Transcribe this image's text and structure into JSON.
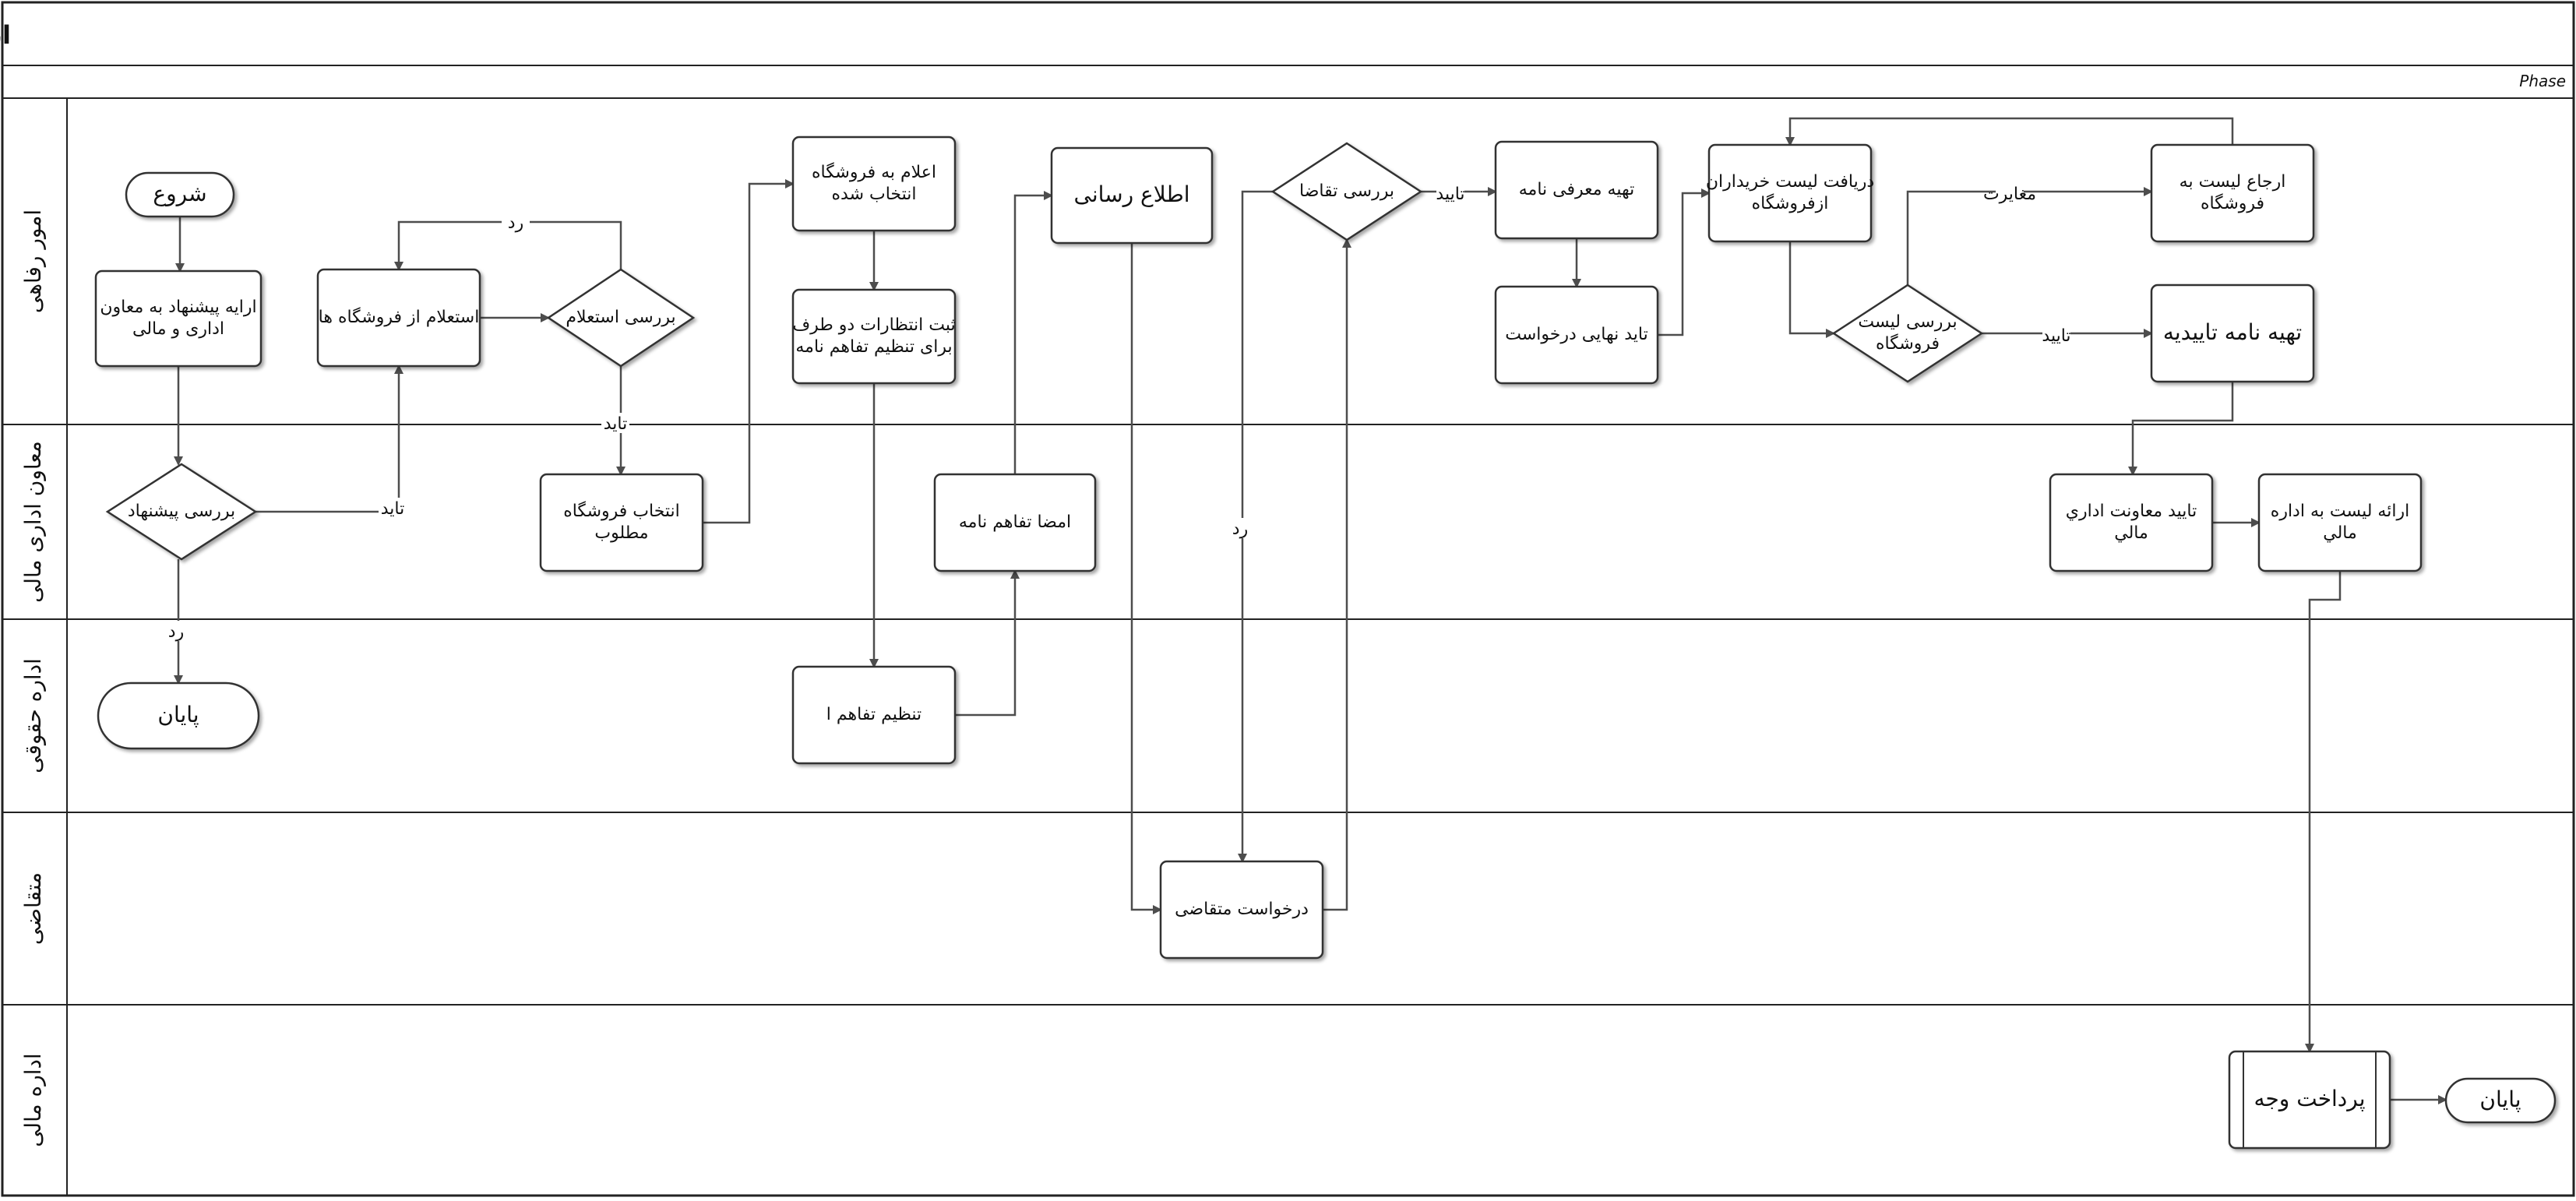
{
  "title": "انعقاد قرارداد با فروشگاه های صنفی---W.WCN-05-V2",
  "phase_label": "Phase",
  "lanes": [
    {
      "id": "lane_omoor",
      "label": "امور رفاهی"
    },
    {
      "id": "lane_moavan",
      "label": "معاون اداری مالی"
    },
    {
      "id": "lane_hoghoghi",
      "label": "اداره حقوقی"
    },
    {
      "id": "lane_motaghazi",
      "label": "متقاضی"
    },
    {
      "id": "lane_mali",
      "label": "اداره مالی"
    }
  ],
  "nodes": {
    "start": {
      "shape": "terminal",
      "lines": [
        "شروع"
      ]
    },
    "n_araee": {
      "shape": "process",
      "lines": [
        "ارایه پیشنهاد به معاون",
        "اداری و مالی"
      ]
    },
    "d_barresi_pishnehad": {
      "shape": "decision",
      "lines": [
        "بررسی پیشنهاد"
      ]
    },
    "end1": {
      "shape": "terminal",
      "lines": [
        "پایان"
      ]
    },
    "n_esteelam": {
      "shape": "process",
      "lines": [
        "استعلام از فروشگاه ها"
      ]
    },
    "d_barresi_esteelam": {
      "shape": "decision",
      "lines": [
        "بررسی استعلام"
      ]
    },
    "n_entekhab": {
      "shape": "process",
      "lines": [
        "انتخاب فروشگاه",
        "مطلوب"
      ]
    },
    "n_eelam": {
      "shape": "process",
      "lines": [
        "اعلام به فروشگاه",
        "انتخاب شده"
      ]
    },
    "n_sabt": {
      "shape": "process",
      "lines": [
        "ثبت انتظارات دو طرف",
        "برای تنظیم تفاهم نامه"
      ]
    },
    "n_tanzim": {
      "shape": "process",
      "lines": [
        "تنظیم تفاهم ا"
      ]
    },
    "n_emza": {
      "shape": "process",
      "lines": [
        "امضا تفاهم نامه"
      ]
    },
    "n_etela": {
      "shape": "process",
      "lines": [
        "اطلاع رسانی"
      ]
    },
    "n_darkhast": {
      "shape": "process",
      "lines": [
        "درخواست متقاضی"
      ]
    },
    "d_barresi_taghaza": {
      "shape": "decision",
      "lines": [
        "بررسی تقاضا"
      ]
    },
    "n_tahie_moarefi": {
      "shape": "process",
      "lines": [
        "تهیه معرفی نامه"
      ]
    },
    "n_taeed_nahaei": {
      "shape": "process",
      "lines": [
        "تاید نهایی درخواست"
      ]
    },
    "n_daryaft": {
      "shape": "process",
      "lines": [
        "دریافت لیست خریداران",
        "ازفروشگاه"
      ]
    },
    "d_barresi_list": {
      "shape": "decision",
      "lines": [
        "بررسی لیست",
        "فروشگاه"
      ]
    },
    "n_erja": {
      "shape": "process",
      "lines": [
        "ارجاع لیست به",
        "فروشگاه"
      ]
    },
    "n_tahie_taeedie": {
      "shape": "process",
      "lines": [
        "تهیه نامه تاییدیه"
      ]
    },
    "n_taeed_moavenat": {
      "shape": "process",
      "lines": [
        "تایید معاونت اداري",
        "مالي"
      ]
    },
    "n_araee_list": {
      "shape": "process",
      "lines": [
        "ارائه لیست به اداره",
        "مالي"
      ]
    },
    "n_pardakht": {
      "shape": "subprocess",
      "lines": [
        "پرداخت وجه"
      ]
    },
    "end2": {
      "shape": "terminal",
      "lines": [
        "پایان"
      ]
    }
  },
  "edges": [
    {
      "from": "start",
      "to": "n_araee",
      "label": ""
    },
    {
      "from": "n_araee",
      "to": "d_barresi_pishnehad",
      "label": ""
    },
    {
      "from": "d_barresi_pishnehad",
      "to": "end1",
      "label": "رد"
    },
    {
      "from": "d_barresi_pishnehad",
      "to": "n_esteelam",
      "label": "تاید"
    },
    {
      "from": "n_esteelam",
      "to": "d_barresi_esteelam",
      "label": ""
    },
    {
      "from": "d_barresi_esteelam",
      "to": "n_esteelam",
      "label": "رد"
    },
    {
      "from": "d_barresi_esteelam",
      "to": "n_entekhab",
      "label": "تاید"
    },
    {
      "from": "n_entekhab",
      "to": "n_eelam",
      "label": ""
    },
    {
      "from": "n_eelam",
      "to": "n_sabt",
      "label": ""
    },
    {
      "from": "n_sabt",
      "to": "n_tanzim",
      "label": ""
    },
    {
      "from": "n_tanzim",
      "to": "n_emza",
      "label": ""
    },
    {
      "from": "n_emza",
      "to": "n_etela",
      "label": ""
    },
    {
      "from": "n_etela",
      "to": "n_darkhast",
      "label": ""
    },
    {
      "from": "n_darkhast",
      "to": "d_barresi_taghaza",
      "label": ""
    },
    {
      "from": "d_barresi_taghaza",
      "to": "n_darkhast",
      "label": "رد"
    },
    {
      "from": "d_barresi_taghaza",
      "to": "n_tahie_moarefi",
      "label": "تایید"
    },
    {
      "from": "n_tahie_moarefi",
      "to": "n_taeed_nahaei",
      "label": ""
    },
    {
      "from": "n_taeed_nahaei",
      "to": "n_daryaft",
      "label": ""
    },
    {
      "from": "n_daryaft",
      "to": "d_barresi_list",
      "label": ""
    },
    {
      "from": "d_barresi_list",
      "to": "n_erja",
      "label": "مغایرت"
    },
    {
      "from": "n_erja",
      "to": "n_daryaft",
      "label": ""
    },
    {
      "from": "d_barresi_list",
      "to": "n_tahie_taeedie",
      "label": "تایید"
    },
    {
      "from": "n_tahie_taeedie",
      "to": "n_taeed_moavenat",
      "label": ""
    },
    {
      "from": "n_taeed_moavenat",
      "to": "n_araee_list",
      "label": ""
    },
    {
      "from": "n_araee_list",
      "to": "n_pardakht",
      "label": ""
    },
    {
      "from": "n_pardakht",
      "to": "end2",
      "label": ""
    }
  ]
}
